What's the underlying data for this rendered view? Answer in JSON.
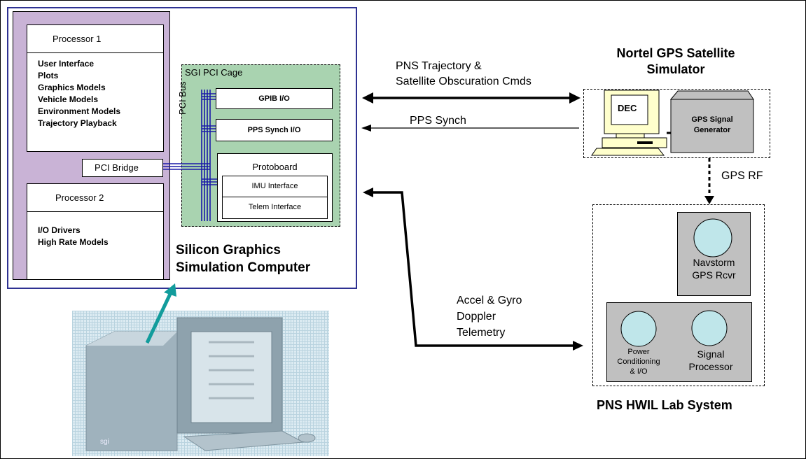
{
  "sgi": {
    "processor1": {
      "title": "Processor 1",
      "items": [
        "User Interface",
        "Plots",
        "Graphics Models",
        "Vehicle Models",
        "Environment Models",
        "Trajectory Playback"
      ]
    },
    "processor2": {
      "title": "Processor 2",
      "items": [
        "I/O Drivers",
        "High Rate Models"
      ]
    },
    "pci_bridge": "PCI Bridge",
    "pci_cage": {
      "title": "SGI PCI Cage",
      "bus_label": "PCI Bus",
      "gpib": "GPIB I/O",
      "pps_synch": "PPS Synch I/O",
      "protoboard": "Protoboard",
      "imu": "IMU Interface",
      "telem": "Telem Interface"
    },
    "computer_title_line1": "Silicon Graphics",
    "computer_title_line2": "Simulation Computer",
    "computer_brand": "sgi"
  },
  "nortel": {
    "title_line1": "Nortel GPS Satellite",
    "title_line2": "Simulator",
    "dec_label": "DEC",
    "signal_gen_line1": "GPS Signal",
    "signal_gen_line2": "Generator"
  },
  "links": {
    "trajectory_line1": "PNS Trajectory &",
    "trajectory_line2": "Satellite Obscuration Cmds",
    "pps_synch": "PPS Synch",
    "gps_rf": "GPS RF",
    "accel_line1": "Accel & Gyro",
    "accel_line2": "Doppler",
    "accel_line3": "Telemetry"
  },
  "hwil": {
    "navstorm_line1": "Navstorm",
    "navstorm_line2": "GPS Rcvr",
    "power_line1": "Power",
    "power_line2": "Conditioning",
    "power_line3": "& I/O",
    "signal_line1": "Signal",
    "signal_line2": "Processor",
    "title": "PNS HWIL Lab System"
  },
  "colors": {
    "frame_blue": "#2e3192",
    "purple_fill": "#c9b3d6",
    "green_fill": "#a9d3b0",
    "bus_blue": "#1a1aa8",
    "gray_fill": "#c0c0c0",
    "circle_fill": "#bfe6ea",
    "teal_arrow": "#129c9c"
  }
}
